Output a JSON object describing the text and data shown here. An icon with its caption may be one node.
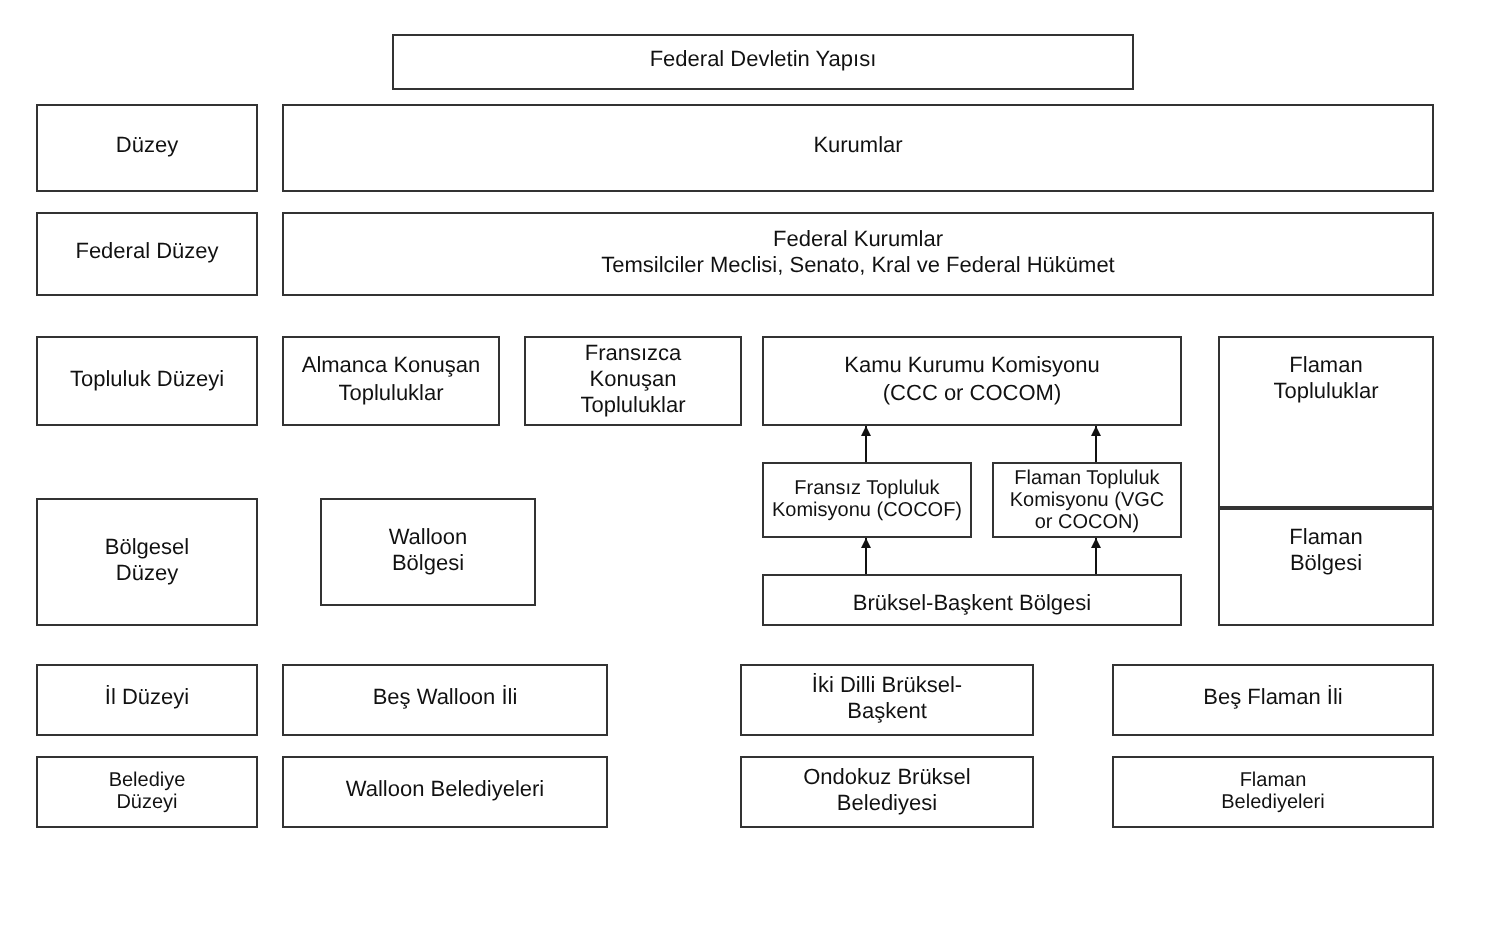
{
  "diagram": {
    "nodes": [
      {
        "text": [
          "Federal Devletin Yapısı"
        ]
      },
      {
        "text": [
          "Düzey"
        ]
      },
      {
        "text": [
          "Kurumlar"
        ]
      },
      {
        "text": [
          "Federal Düzey"
        ]
      },
      {
        "text": [
          "Federal Kurumlar",
          "Temsilciler Meclisi, Senato, Kral ve Federal Hükümet"
        ]
      },
      {
        "text": [
          "Topluluk Düzeyi"
        ]
      },
      {
        "text": [
          "Almanca Konuşan Topluluklar"
        ]
      },
      {
        "text": [
          "Fransızca Konuşan Topluluklar"
        ]
      },
      {
        "text": [
          "Kamu Kurumu Komisyonu (CCC or COCOM)"
        ]
      },
      {
        "text": [
          "Flaman Topluluklar"
        ]
      },
      {
        "text": [
          "Fransız Topluluk Komisyonu (COCOF)"
        ]
      },
      {
        "text": [
          "Flaman Topluluk Komisyonu (VGC or COCON)"
        ]
      },
      {
        "text": [
          "Bölgesel Düzey"
        ]
      },
      {
        "text": [
          "Walloon Bölgesi"
        ]
      },
      {
        "text": [
          "Brüksel-Başkent Bölgesi"
        ]
      },
      {
        "text": [
          "Flaman Bölgesi"
        ]
      },
      {
        "text": [
          "İl Düzeyi"
        ]
      },
      {
        "text": [
          "Beş Walloon İli"
        ]
      },
      {
        "text": [
          "İki Dilli Brüksel-Başkent"
        ]
      },
      {
        "text": [
          "Beş Flaman İli"
        ]
      },
      {
        "text": [
          "Belediye Düzeyi"
        ]
      },
      {
        "text": [
          "Walloon Belediyeleri"
        ]
      },
      {
        "text": [
          "Ondokuz Brüksel Belediyesi"
        ]
      },
      {
        "text": [
          "Flaman Belediyeleri"
        ]
      }
    ],
    "edges": [
      {
        "from": 10,
        "to": 8,
        "arrow": "to"
      },
      {
        "from": 11,
        "to": 8,
        "arrow": "to"
      },
      {
        "from": 14,
        "to": 10,
        "arrow": "to"
      },
      {
        "from": 14,
        "to": 11,
        "arrow": "to"
      }
    ]
  }
}
